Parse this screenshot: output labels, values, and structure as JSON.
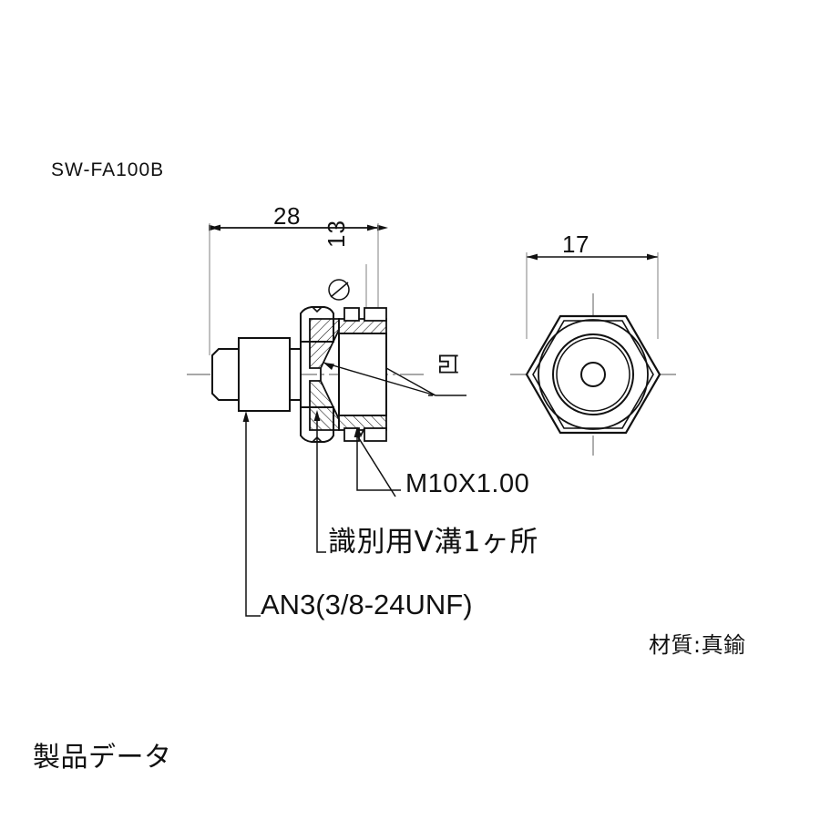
{
  "drawing": {
    "part_number": "SW-FA100B",
    "footer_label": "製品データ",
    "material_note": "材質:真鍮"
  },
  "dimensions": {
    "overall_length": "28",
    "bore_diameter": "13",
    "hex_across_flats": "17",
    "diameter_symbol": "⌀"
  },
  "annotations": {
    "thread_metric": "M10X1.00",
    "v_groove": "識別用V溝1ヶ所",
    "thread_an": "AN3(3/8-24UNF)",
    "groove_symbol": "凹"
  },
  "colors": {
    "line": "#111111",
    "centerline": "#8c8c8c",
    "background": "#ffffff"
  }
}
